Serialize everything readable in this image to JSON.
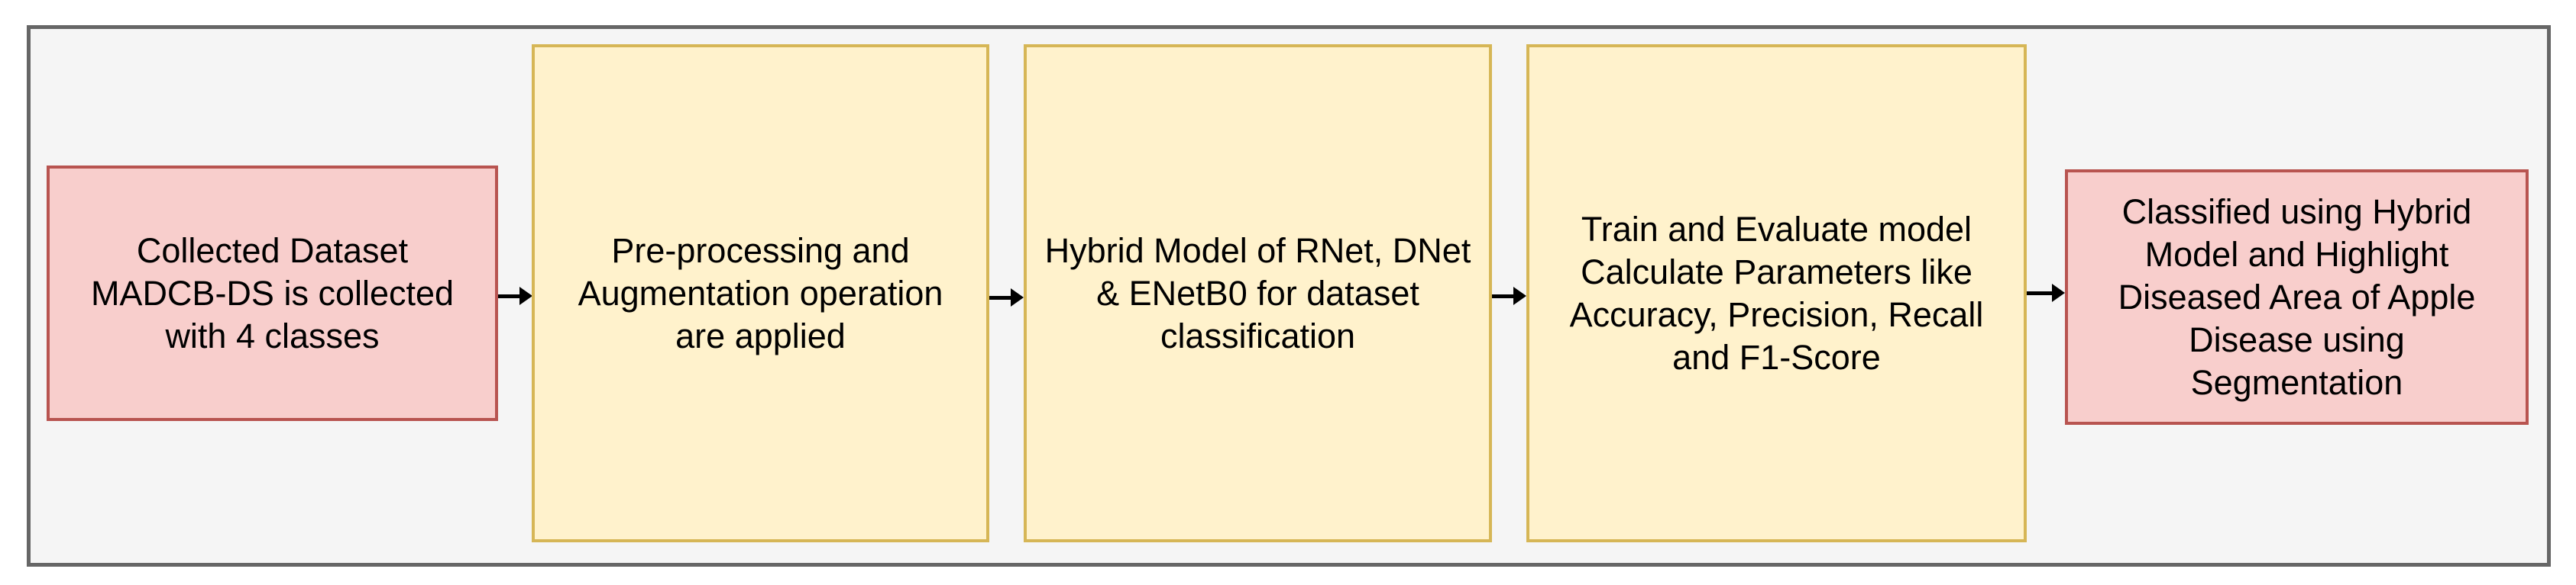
{
  "diagram": {
    "type": "flowchart",
    "direction": "left-to-right",
    "colors": {
      "page_bg": "#ffffff",
      "canvas_fill": "#f5f5f5",
      "frame_border": "#666666",
      "terminal_fill": "#f8cecc",
      "terminal_border": "#b85450",
      "process_fill": "#fff2cc",
      "process_border": "#d6b656",
      "connector": "#000000",
      "text": "#000000"
    },
    "boxes": [
      {
        "id": "collected-dataset",
        "kind": "terminal",
        "fill": "#f8cecc",
        "border": "#b85450",
        "lines": [
          "Collected Dataset",
          "MADCB-DS is collected",
          "with 4 classes"
        ]
      },
      {
        "id": "preprocessing",
        "kind": "process",
        "fill": "#fff2cc",
        "border": "#d6b656",
        "lines": [
          "Pre-processing and",
          "Augmentation operation",
          "are applied"
        ]
      },
      {
        "id": "hybrid-model",
        "kind": "process",
        "fill": "#fff2cc",
        "border": "#d6b656",
        "lines": [
          "Hybrid Model of RNet, DNet",
          "& ENetB0 for dataset",
          "classification"
        ]
      },
      {
        "id": "train-evaluate",
        "kind": "process",
        "fill": "#fff2cc",
        "border": "#d6b656",
        "lines": [
          "Train and Evaluate model",
          "Calculate Parameters like",
          "Accuracy, Precision, Recall",
          "and F1-Score"
        ]
      },
      {
        "id": "classification-segmentation",
        "kind": "terminal",
        "fill": "#f8cecc",
        "border": "#b85450",
        "lines": [
          "Classified using Hybrid",
          "Model and Highlight",
          "Diseased Area of Apple",
          "Disease using",
          "Segmentation"
        ]
      }
    ],
    "connectors": [
      {
        "from": "collected-dataset",
        "to": "preprocessing",
        "style": "solid-arrow-right"
      },
      {
        "from": "preprocessing",
        "to": "hybrid-model",
        "style": "solid-arrow-right"
      },
      {
        "from": "hybrid-model",
        "to": "train-evaluate",
        "style": "solid-arrow-right"
      },
      {
        "from": "train-evaluate",
        "to": "classification-segmentation",
        "style": "solid-arrow-right"
      }
    ]
  }
}
